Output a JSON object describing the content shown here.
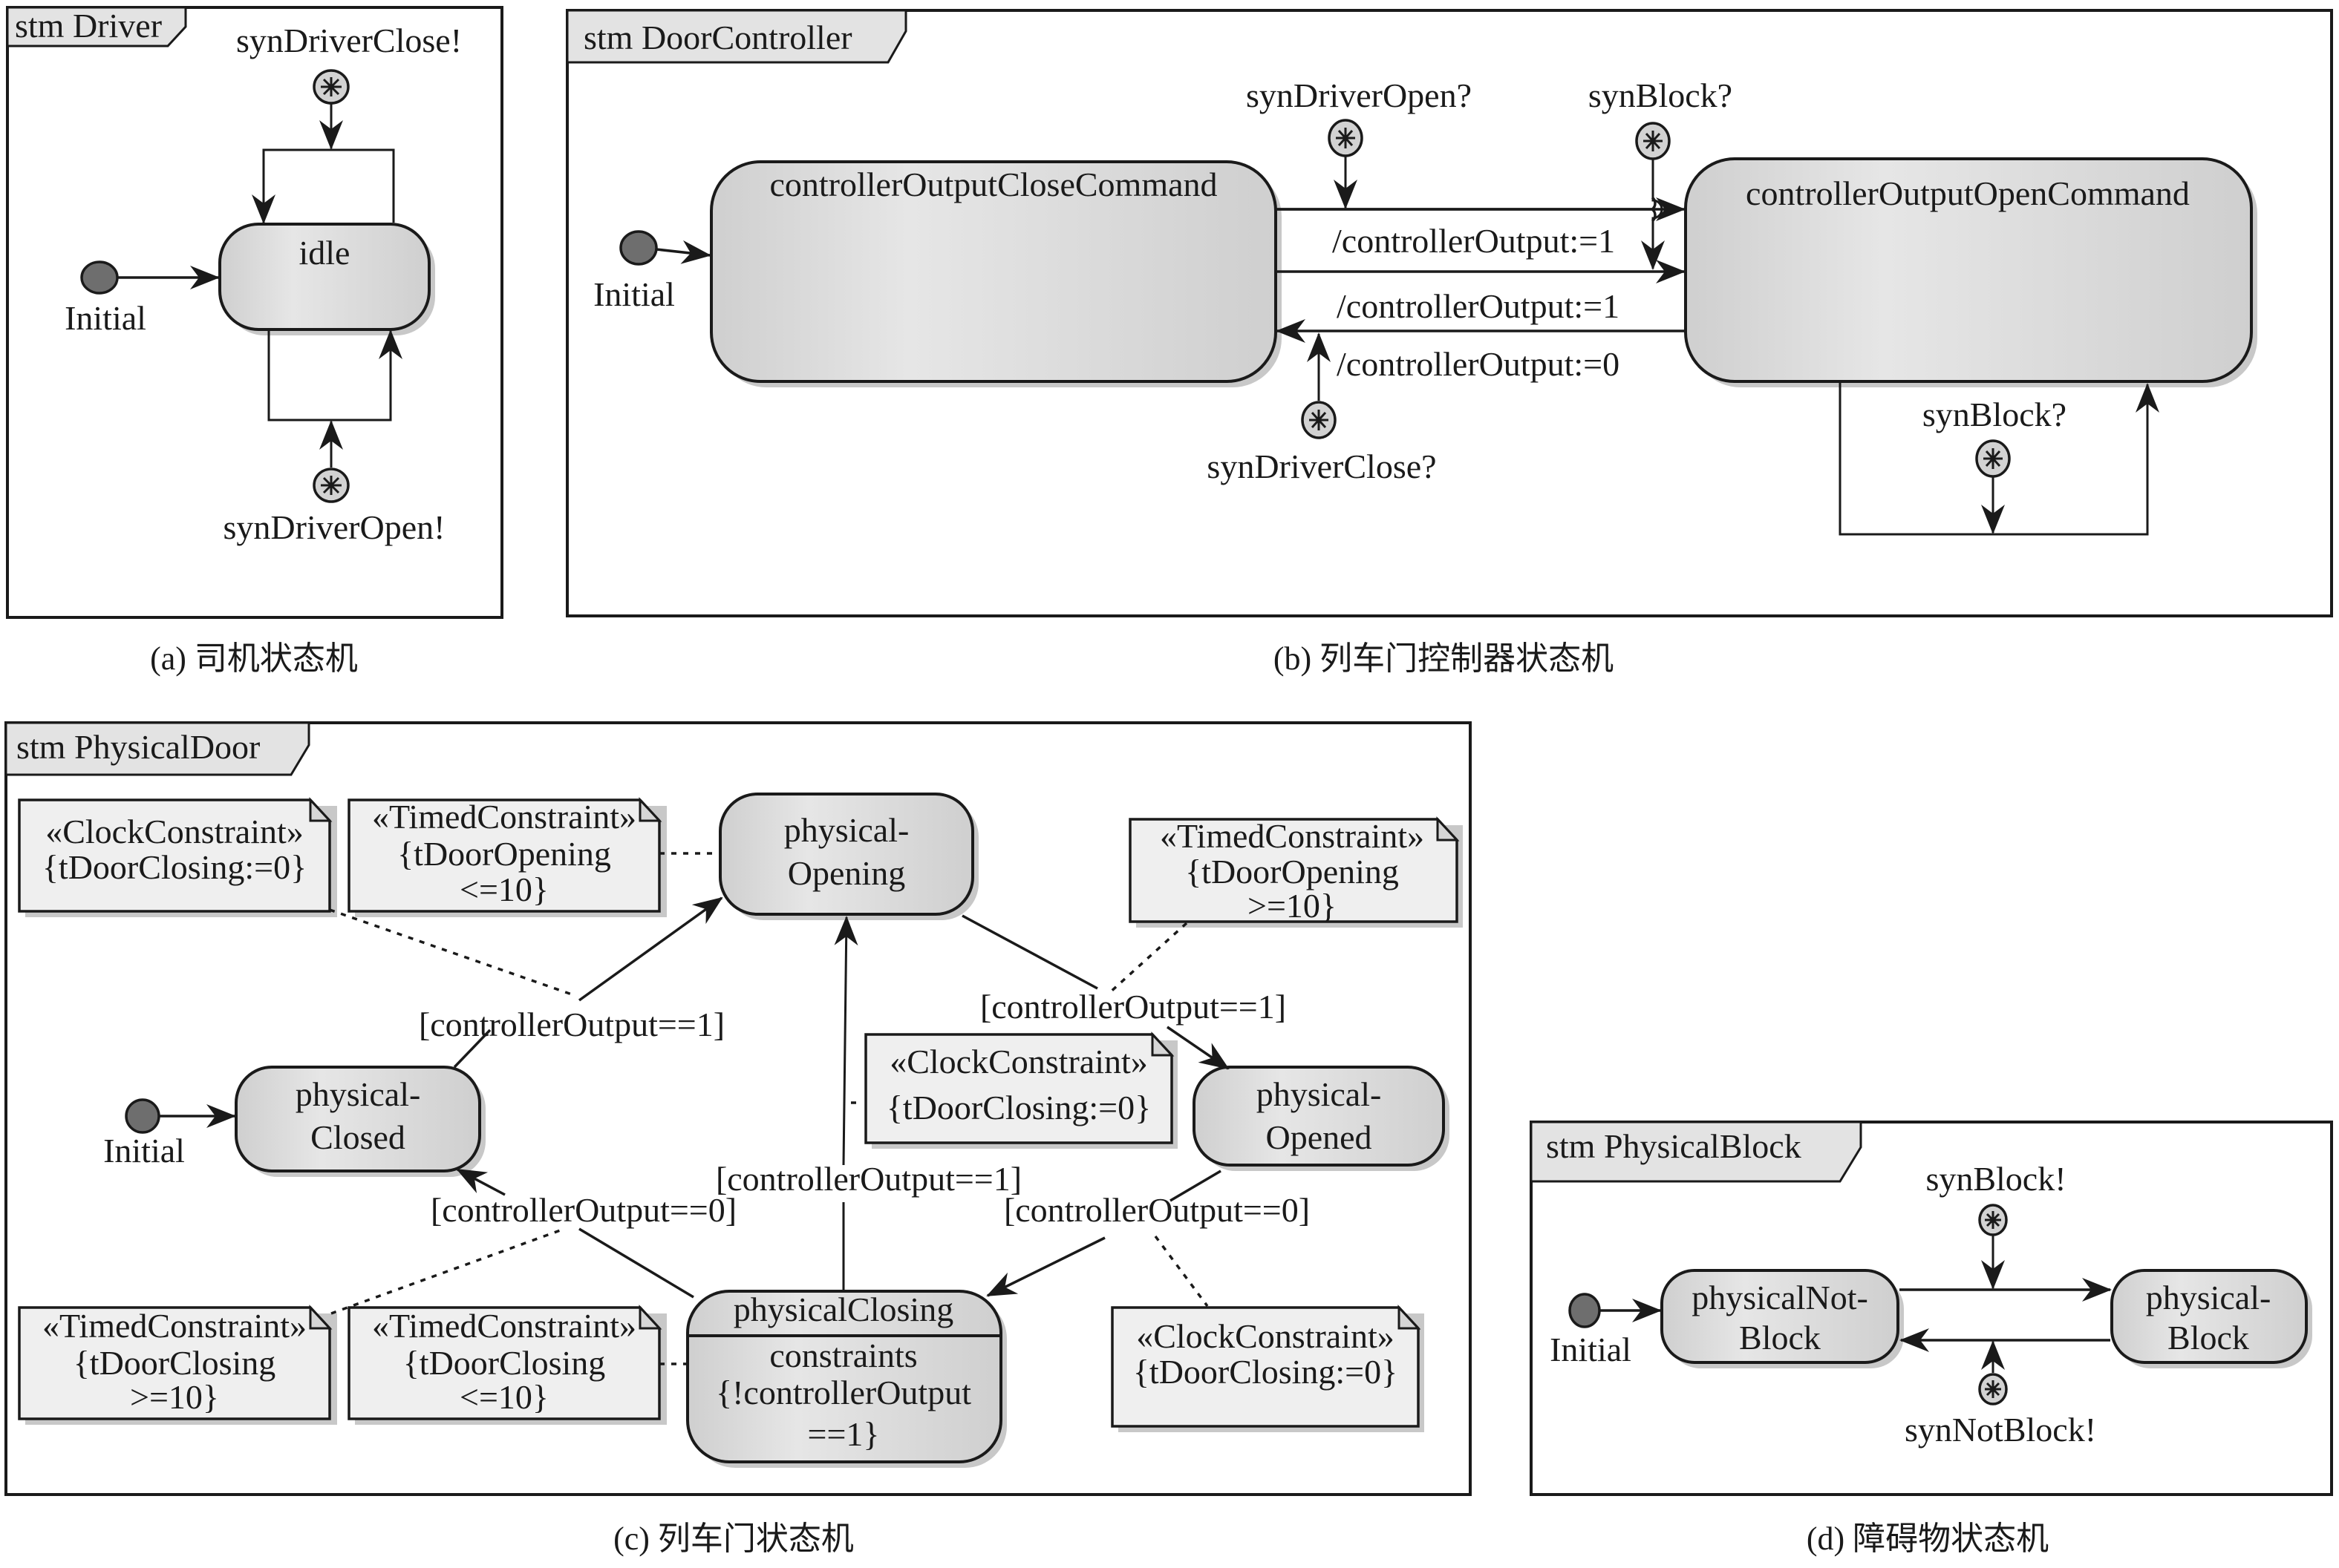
{
  "colors": {
    "stroke": "#1a1a1a",
    "state_fill_light": "#e6e6e6",
    "state_fill_dark": "#cfcfcf",
    "note_fill": "#efefef",
    "frame_tab_fill": "#e3e3e3",
    "initial_fill": "#6e6e6e",
    "event_fill": "#d2d2d2"
  },
  "driver": {
    "title": "stm Driver",
    "caption": "(a) 司机状态机",
    "initial_label": "Initial",
    "state": "idle",
    "events": {
      "close": "synDriverClose!",
      "open": "synDriverOpen!"
    }
  },
  "door_controller": {
    "title": "stm DoorController",
    "caption": "(b) 列车门控制器状态机",
    "initial_label": "Initial",
    "states": {
      "close_command": "controllerOutputCloseCommand",
      "open_command": "controllerOutputOpenCommand"
    },
    "events": {
      "driver_open": "synDriverOpen?",
      "block_top": "synBlock?",
      "driver_close": "synDriverClose?",
      "block_self": "synBlock?"
    },
    "effects": {
      "to_open_1": "/controllerOutput:=1",
      "to_close_1": "/controllerOutput:=1",
      "to_close_0": "/controllerOutput:=0"
    }
  },
  "physical_door": {
    "title": "stm PhysicalDoor",
    "caption": "(c) 列车门状态机",
    "initial_label": "Initial",
    "states": {
      "closed": [
        "physical-",
        "Closed"
      ],
      "opening": [
        "physical-",
        "Opening"
      ],
      "opened": [
        "physical-",
        "Opened"
      ],
      "closing": {
        "name": "physicalClosing",
        "compartment": [
          "constraints",
          "{!controllerOutput",
          "==1}"
        ]
      }
    },
    "guards": {
      "closed_to_opening": "[controllerOutput==1]",
      "opening_to_opened": "[controllerOutput==1]",
      "closing_to_closed": "[controllerOutput==0]",
      "closing_to_opening": "[controllerOutput==1]",
      "opened_to_closing": "[controllerOutput==0]"
    },
    "notes": [
      {
        "stereotype": "«ClockConstraint»",
        "body": [
          "{tDoorClosing:=0}"
        ]
      },
      {
        "stereotype": "«TimedConstraint»",
        "body": [
          "{tDoorOpening",
          "<=10}"
        ]
      },
      {
        "stereotype": "«TimedConstraint»",
        "body": [
          "{tDoorOpening",
          ">=10}"
        ]
      },
      {
        "stereotype": "«ClockConstraint»",
        "body": [
          "{tDoorClosing:=0}"
        ]
      },
      {
        "stereotype": "«TimedConstraint»",
        "body": [
          "{tDoorClosing",
          ">=10}"
        ]
      },
      {
        "stereotype": "«TimedConstraint»",
        "body": [
          "{tDoorClosing",
          "<=10}"
        ]
      },
      {
        "stereotype": "«ClockConstraint»",
        "body": [
          "{tDoorClosing:=0}"
        ]
      }
    ]
  },
  "physical_block": {
    "title": "stm PhysicalBlock",
    "caption": "(d) 障碍物状态机",
    "initial_label": "Initial",
    "states": {
      "not_block": [
        "physicalNot-",
        "Block"
      ],
      "block": [
        "physical-",
        "Block"
      ]
    },
    "events": {
      "block": "synBlock!",
      "not_block": "synNotBlock!"
    }
  }
}
